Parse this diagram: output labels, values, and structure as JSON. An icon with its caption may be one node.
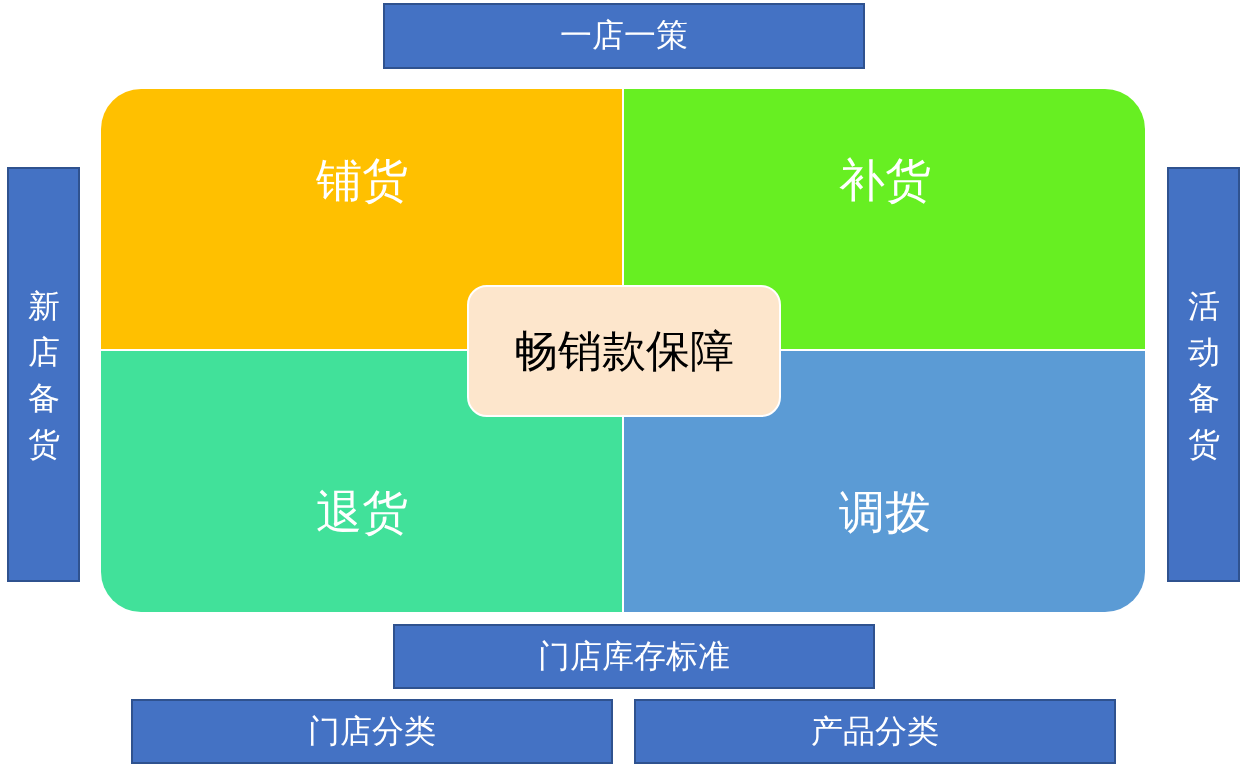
{
  "diagram": {
    "nodes": [
      {
        "text": [
          "一店一策"
        ]
      },
      {
        "text": [
          "新店备货"
        ]
      },
      {
        "text": [
          "铺货"
        ]
      },
      {
        "text": [
          "补货"
        ]
      },
      {
        "text": [
          "活动备货"
        ]
      },
      {
        "text": [
          "畅销款保障"
        ]
      },
      {
        "text": [
          "退货"
        ]
      },
      {
        "text": [
          "调拨"
        ]
      },
      {
        "text": [
          "门店库存标准"
        ]
      },
      {
        "text": [
          "门店分类"
        ]
      },
      {
        "text": [
          "产品分类"
        ]
      }
    ]
  }
}
